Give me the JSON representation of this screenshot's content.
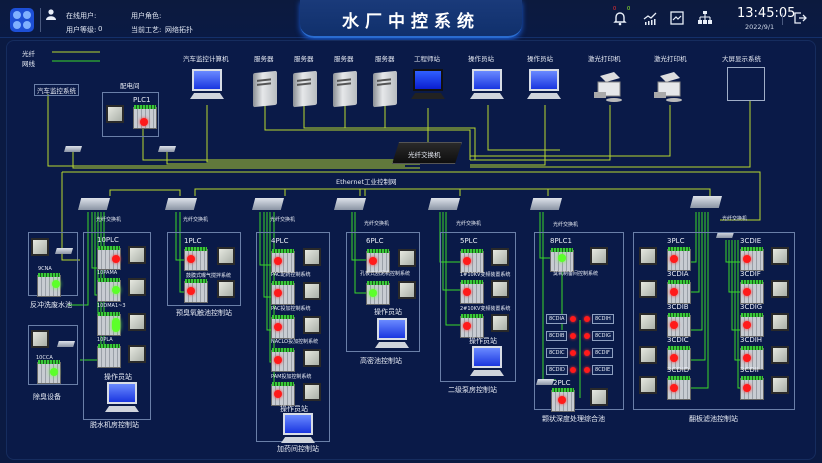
{
  "header": {
    "title": "水厂中控系统",
    "online_user_label": "在线用户:",
    "user_level_label": "用户等级:",
    "user_level_value": "0",
    "user_role_label": "用户角色:",
    "current_process_label": "当前工艺:",
    "current_process_value": "网络拓扑",
    "alarm_red_count": "0",
    "alarm_green_count": "0",
    "time": "13:45:05",
    "date": "2022/9/1",
    "icons": [
      "app-menu-icon",
      "user-icon",
      "alarm-bell-icon",
      "trend-chart-icon",
      "curve-monitor-icon",
      "network-topology-icon",
      "logout-icon"
    ]
  },
  "legend": {
    "fiber": "光纤",
    "network": "网线",
    "fiber_color": "#b8d830",
    "network_color": "#3ad82a"
  },
  "top_devices": [
    {
      "label": "汽车监控计算机",
      "type": "monitor"
    },
    {
      "label": "服务器",
      "type": "server"
    },
    {
      "label": "服务器",
      "type": "server"
    },
    {
      "label": "服务器",
      "type": "server"
    },
    {
      "label": "服务器",
      "type": "server"
    },
    {
      "label": "工程师站",
      "type": "laptop"
    },
    {
      "label": "操作员站",
      "type": "monitor"
    },
    {
      "label": "操作员站",
      "type": "monitor"
    },
    {
      "label": "激光打印机",
      "type": "printer"
    },
    {
      "label": "激光打印机",
      "type": "printer"
    },
    {
      "label": "大屏显示系统",
      "type": "display"
    }
  ],
  "car_monitor_system": "汽车监控系统",
  "power_room": {
    "title": "配电间",
    "plc": "PLC1"
  },
  "core_switch": "光纤交换机",
  "ethernet_label": "Ethernet工业控制网",
  "switch_label": "光纤交换机",
  "stations": {
    "backwash": {
      "title": "反冲洗废水池",
      "plc": "9CNA"
    },
    "deodor": {
      "title": "除臭设备",
      "plc": "10CCA"
    },
    "dewater": {
      "title": "脱水机房控制站",
      "plcs": [
        "10PLC",
        "10PAMA",
        "10DMA1~3",
        "10PLA"
      ],
      "op": "操作员站"
    },
    "preozone": {
      "title": "预臭氧触池控制站",
      "plc": "1PLC",
      "sub": "鼓膜式曝气搅拌系统"
    },
    "dosing": {
      "title": "加药间控制站",
      "plc": "4PLC",
      "subs": [
        "PAC配药控制系统",
        "PAC投加控制系统",
        "NACLO投加控制系统",
        "PAM投加控制系统"
      ],
      "op": "操作员站"
    },
    "hidensity": {
      "title": "高密池控制站",
      "plc": "6PLC",
      "sub": "孔板式刮泥机控制系统",
      "op": "操作员站"
    },
    "pump2": {
      "title": "二级泵房控制站",
      "plc": "5PLC",
      "subs": [
        "1#10KV变频装置系统",
        "2#10KV变频装置系统"
      ],
      "op": "操作员站"
    },
    "ozone": {
      "title": "颗状深度处理综合池",
      "plc": "8PLC1",
      "sub": "臭氧制备间控制系统",
      "plc2": "2PLC",
      "tags_left": [
        "8CDIA",
        "8CDIB",
        "8CDIC",
        "8CDID"
      ],
      "tags_right": [
        "8CDIH",
        "8CDIG",
        "8CDIF",
        "8CDIE"
      ]
    },
    "filter": {
      "title": "翻板滤池控制站",
      "left": [
        "3PLC",
        "3CDIA",
        "3CDIB",
        "3CDIC",
        "3CDID"
      ],
      "right": [
        "3CDIE",
        "3CDIF",
        "3CDIG",
        "3CDIH",
        "3CDII"
      ]
    }
  }
}
